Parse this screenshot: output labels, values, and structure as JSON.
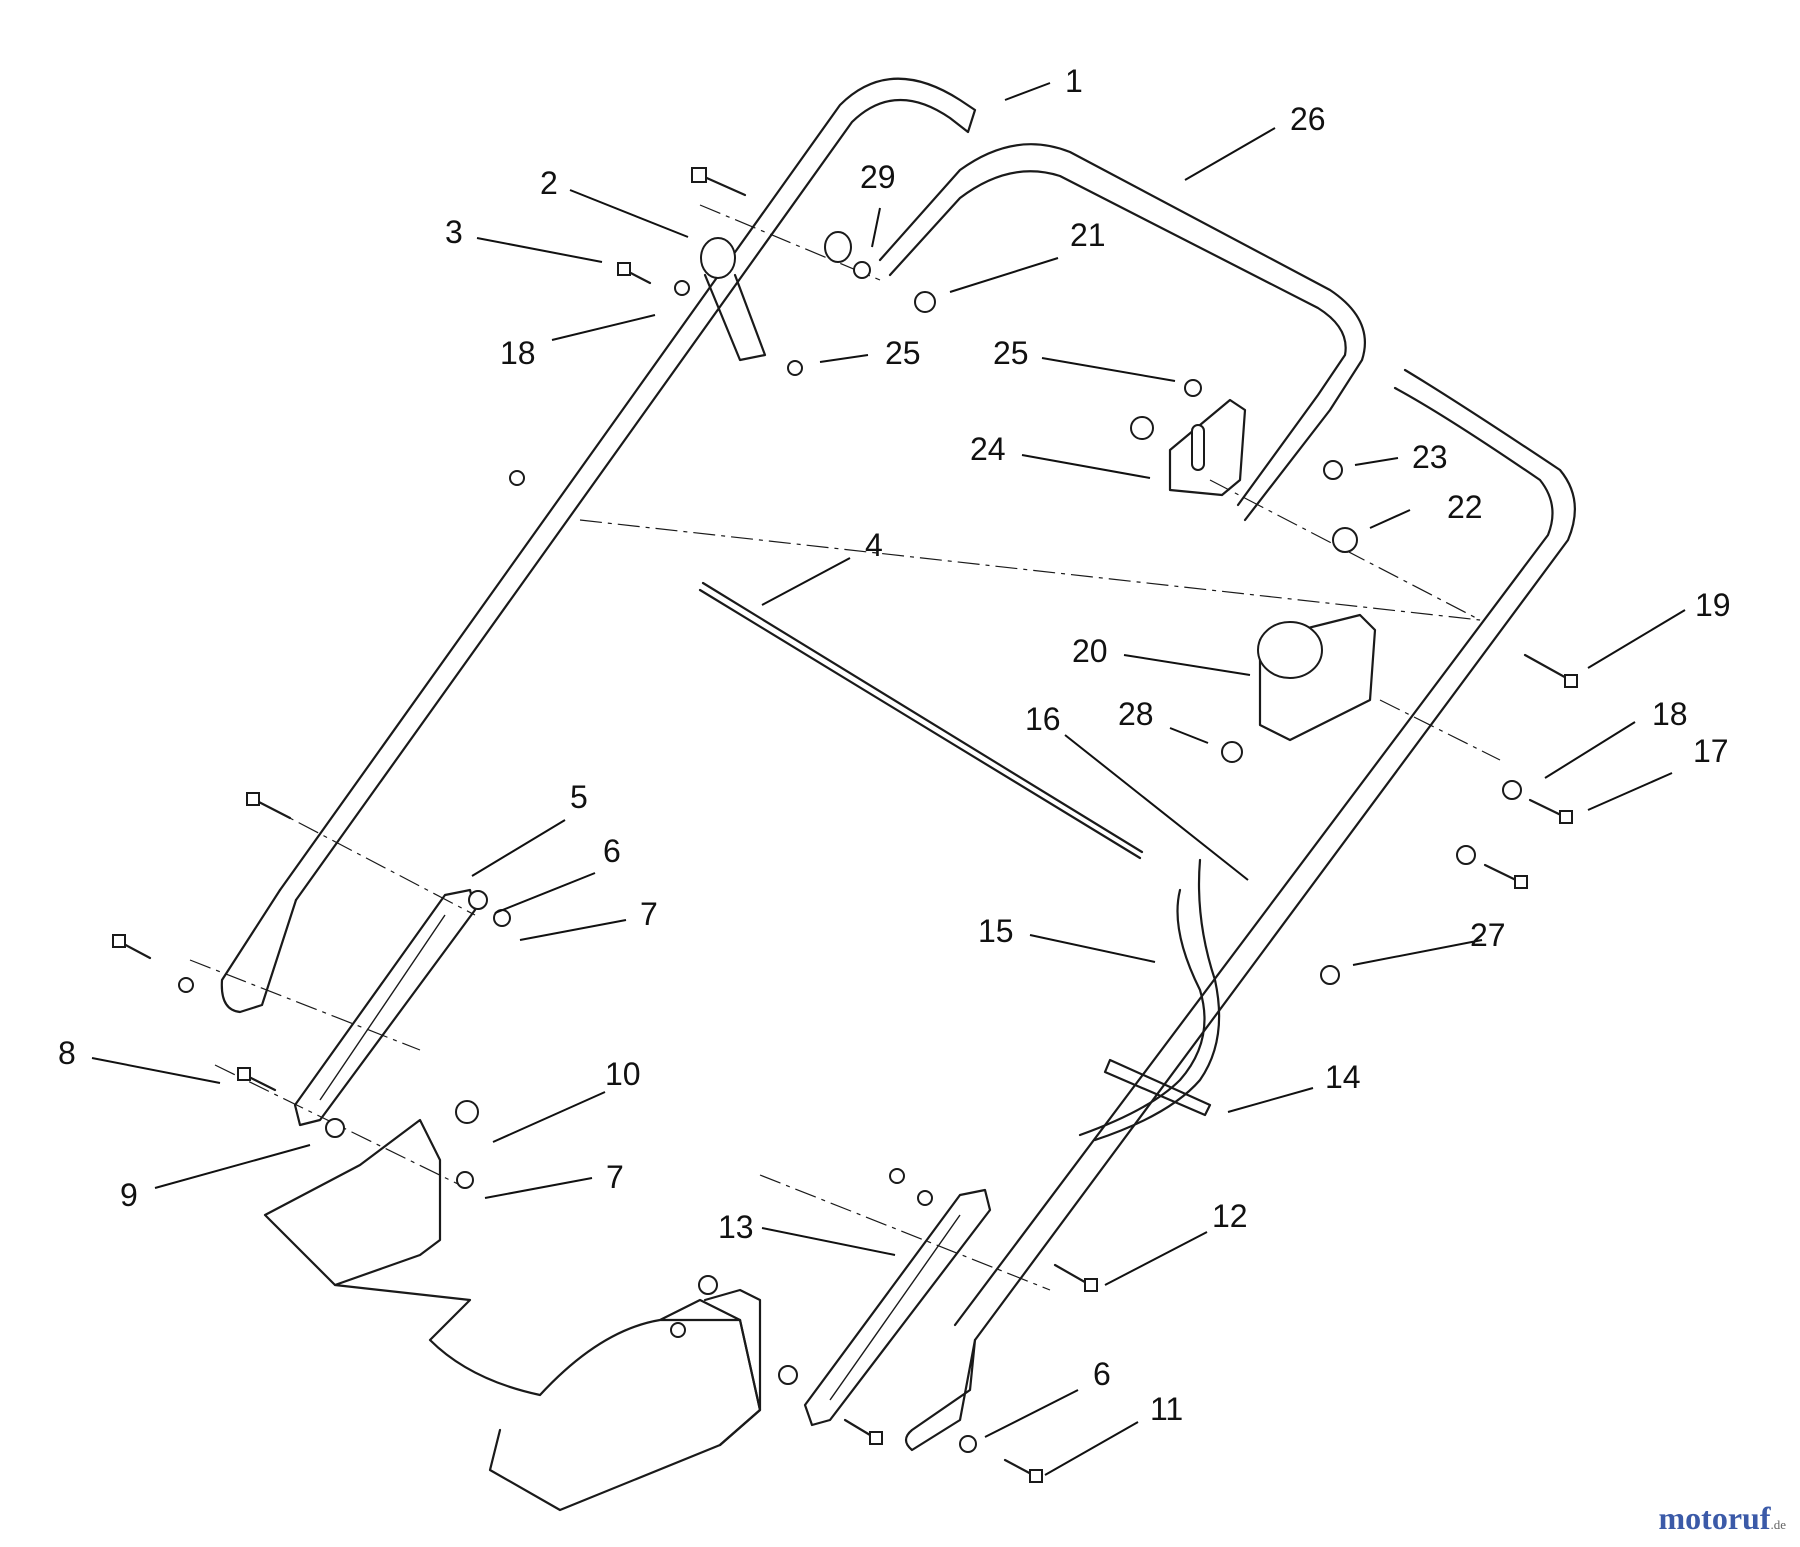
{
  "diagram": {
    "callouts": [
      {
        "id": "c1",
        "label": "1"
      },
      {
        "id": "c26",
        "label": "26"
      },
      {
        "id": "c2",
        "label": "2"
      },
      {
        "id": "c29",
        "label": "29"
      },
      {
        "id": "c21",
        "label": "21"
      },
      {
        "id": "c3",
        "label": "3"
      },
      {
        "id": "c18a",
        "label": "18"
      },
      {
        "id": "c25a",
        "label": "25"
      },
      {
        "id": "c25b",
        "label": "25"
      },
      {
        "id": "c24",
        "label": "24"
      },
      {
        "id": "c23",
        "label": "23"
      },
      {
        "id": "c22",
        "label": "22"
      },
      {
        "id": "c4",
        "label": "4"
      },
      {
        "id": "c19",
        "label": "19"
      },
      {
        "id": "c20",
        "label": "20"
      },
      {
        "id": "c16",
        "label": "16"
      },
      {
        "id": "c28",
        "label": "28"
      },
      {
        "id": "c18b",
        "label": "18"
      },
      {
        "id": "c17",
        "label": "17"
      },
      {
        "id": "c5",
        "label": "5"
      },
      {
        "id": "c6a",
        "label": "6"
      },
      {
        "id": "c7a",
        "label": "7"
      },
      {
        "id": "c15",
        "label": "15"
      },
      {
        "id": "c27",
        "label": "27"
      },
      {
        "id": "c8",
        "label": "8"
      },
      {
        "id": "c10",
        "label": "10"
      },
      {
        "id": "c14",
        "label": "14"
      },
      {
        "id": "c9",
        "label": "9"
      },
      {
        "id": "c7b",
        "label": "7"
      },
      {
        "id": "c12",
        "label": "12"
      },
      {
        "id": "c13",
        "label": "13"
      },
      {
        "id": "c6b",
        "label": "6"
      },
      {
        "id": "c11",
        "label": "11"
      }
    ]
  },
  "watermark": {
    "text": "motoruf",
    "suffix": ".de"
  }
}
